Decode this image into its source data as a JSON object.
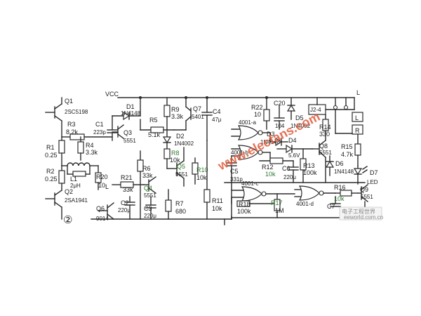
{
  "title_marker": "②",
  "supply": {
    "vcc": "VCC",
    "line": "L"
  },
  "transistors": {
    "q1": {
      "ref": "Q1",
      "part": "2SC5198"
    },
    "q2": {
      "ref": "Q2",
      "part": "2SA1941"
    },
    "q3": {
      "ref": "Q3",
      "part": "5551"
    },
    "q4": {
      "ref": "Q4",
      "part": "5551"
    },
    "q5": {
      "ref": "Q5",
      "part": "5551"
    },
    "q6": {
      "ref": "Q6",
      "part": "9014"
    },
    "q7": {
      "ref": "Q7",
      "part": "5401"
    },
    "q8": {
      "ref": "Q8",
      "part": "5551"
    },
    "q9": {
      "ref": "Q9",
      "part": "5551"
    }
  },
  "resistors": {
    "r1": {
      "ref": "R1",
      "val": "0.25"
    },
    "r2": {
      "ref": "R2",
      "val": "0.25"
    },
    "r3": {
      "ref": "R3",
      "val": "8.2k"
    },
    "r4": {
      "ref": "R4",
      "val": "3.3k"
    },
    "r5": {
      "ref": "R5",
      "val": "5.1k"
    },
    "r6": {
      "ref": "R6",
      "val": "33k"
    },
    "r7": {
      "ref": "R7",
      "val": "680"
    },
    "r8": {
      "ref": "R8",
      "val": "10k"
    },
    "r9": {
      "ref": "R9",
      "val": "3.3k"
    },
    "r10": {
      "ref": "R10",
      "val": "10k"
    },
    "r11": {
      "ref": "R11",
      "val": "10k"
    },
    "r12": {
      "ref": "R12",
      "val": "10k"
    },
    "r13": {
      "ref": "R13",
      "val": "100k"
    },
    "r14": {
      "ref": "R14",
      "val": "330"
    },
    "r15": {
      "ref": "R15",
      "val": "4.7k"
    },
    "r16": {
      "ref": "R16",
      "val": "10k"
    },
    "r17": {
      "ref": "R17",
      "val": "1M"
    },
    "r18": {
      "ref": "R18",
      "val": "100k"
    },
    "r20": {
      "ref": "R20",
      "val": "10"
    },
    "r21": {
      "ref": "R21",
      "val": "33k"
    },
    "r22": {
      "ref": "R22",
      "val": "10"
    }
  },
  "capacitors": {
    "c1": {
      "ref": "C1",
      "val": "223p"
    },
    "c2": {
      "ref": "C2",
      "val": "220μ"
    },
    "c3": {
      "ref": "C3",
      "val": "220μ"
    },
    "c4": {
      "ref": "C4",
      "val": "47μ"
    },
    "c5": {
      "ref": "C5",
      "val": "331p"
    },
    "c6": {
      "ref": "C6",
      "val": "220μ"
    },
    "c7": {
      "ref": "C7",
      "val": ""
    },
    "c20": {
      "ref": "C20",
      "val": "104"
    }
  },
  "diodes": {
    "d1": {
      "ref": "D1",
      "part": "1N4148"
    },
    "d2": {
      "ref": "D2",
      "part": "1N4002"
    },
    "d3": {
      "ref": "D3",
      "part": "1N4148"
    },
    "d4": {
      "ref": "D4",
      "part": "5.6V"
    },
    "d5": {
      "ref": "D5",
      "part": "1N4002"
    },
    "d6": {
      "ref": "D6",
      "part": "1N4148"
    },
    "d7": {
      "ref": "D7",
      "part": "LED"
    }
  },
  "inductor": {
    "ref": "L1",
    "val": "2μH"
  },
  "relay": {
    "ref": "J2-4",
    "l": "L",
    "r": "R"
  },
  "gates": {
    "a": "4001-a",
    "b": "4001-b",
    "c": "4001-c",
    "d": "4001-d"
  },
  "watermark": "www.elecfans.com",
  "logo": {
    "cn": "电子工程世界",
    "url": "eeworld.com.cn"
  }
}
